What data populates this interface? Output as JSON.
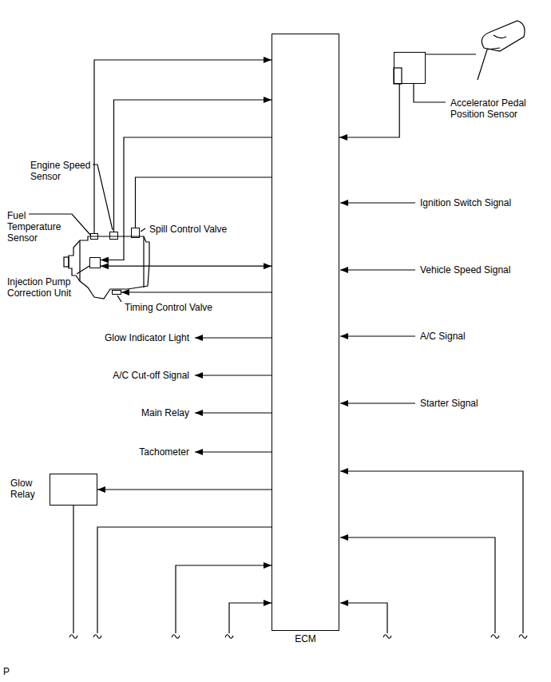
{
  "diagram": {
    "nodes": [
      {
        "text": [
          "ECM"
        ]
      },
      {
        "text": [
          "Fuel Temperature Sensor"
        ]
      },
      {
        "text": [
          "Engine Speed Sensor"
        ]
      },
      {
        "text": [
          "Spill Control Valve"
        ]
      },
      {
        "text": [
          "Injection Pump Correction Unit"
        ]
      },
      {
        "text": [
          "Timing Control Valve"
        ]
      },
      {
        "text": [
          "Accelerator Pedal Position Sensor"
        ]
      },
      {
        "text": [
          "Glow Relay"
        ]
      }
    ],
    "edges": [
      {
        "from": 1,
        "to": 0,
        "arrow": "to"
      },
      {
        "from": 2,
        "to": 0,
        "arrow": "to"
      },
      {
        "from": 0,
        "to": 4,
        "arrow": "to"
      },
      {
        "from": 0,
        "to": 3,
        "arrow": "none"
      },
      {
        "from": 4,
        "to": 0,
        "arrow": "both"
      },
      {
        "from": 0,
        "to": 5,
        "arrow": "to"
      },
      {
        "from": 6,
        "to": 0,
        "arrow": "to"
      },
      {
        "from": 0,
        "to": 7,
        "arrow": "to"
      }
    ],
    "labels": [
      "Ignition Switch Signal",
      "Vehicle Speed Signal",
      "A/C Signal",
      "Starter Signal",
      "Glow Indicator Light",
      "A/C Cut-off Signal",
      "Main Relay",
      "Tachometer",
      "P"
    ]
  }
}
